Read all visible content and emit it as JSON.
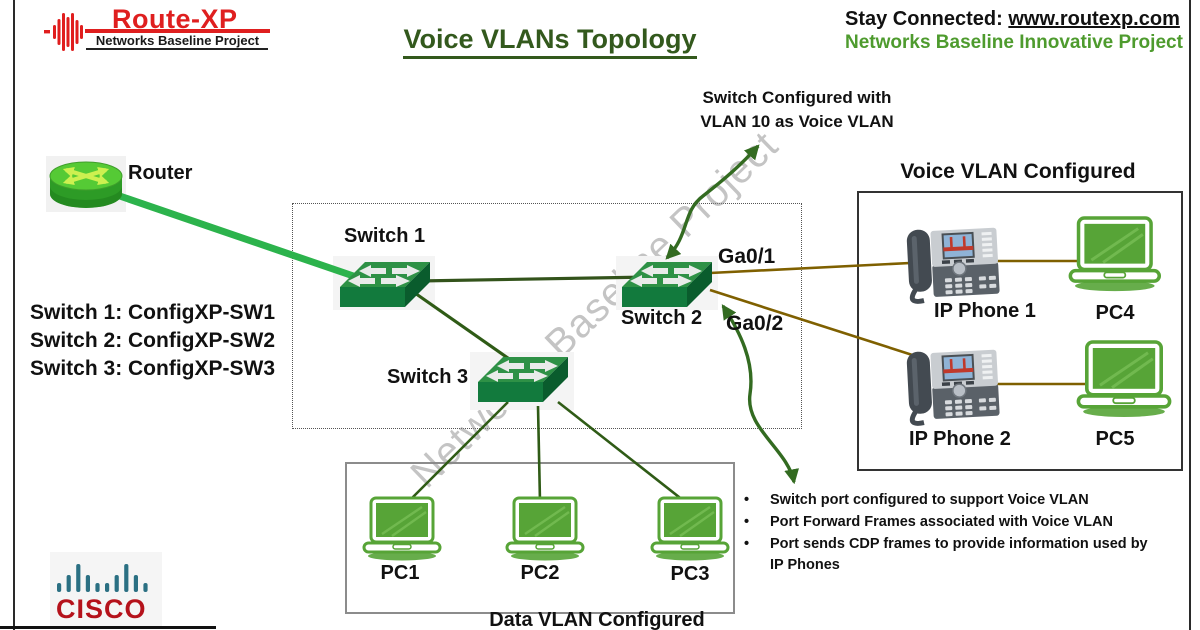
{
  "header": {
    "brand": "Route-XP",
    "brand_subtitle": "Networks Baseline Project",
    "title": "Voice VLANs Topology",
    "stay_connected_label": "Stay Connected: ",
    "stay_connected_url": "www.routexp.com",
    "tagline": "Networks Baseline Innovative Project"
  },
  "watermark": "Networks Baseline Project",
  "legend": {
    "line1": "Switch 1: ConfigXP-SW1",
    "line2": "Switch 2: ConfigXP-SW2",
    "line3": "Switch 3: ConfigXP-SW3"
  },
  "devices": {
    "router": "Router",
    "switch1": "Switch 1",
    "switch2": "Switch 2",
    "switch3": "Switch 3",
    "pc1": "PC1",
    "pc2": "PC2",
    "pc3": "PC3",
    "pc4": "PC4",
    "pc5": "PC5",
    "ip_phone1": "IP Phone 1",
    "ip_phone2": "IP Phone 2"
  },
  "ports": {
    "ga0_1": "Ga0/1",
    "ga0_2": "Ga0/2"
  },
  "notes": {
    "vlan_note_line1": "Switch Configured with",
    "vlan_note_line2": "VLAN 10 as Voice VLAN",
    "voice_box_title": "Voice VLAN Configured",
    "data_box_title": "Data VLAN Configured",
    "bullets": [
      "Switch port configured to support Voice VLAN",
      "Port Forward Frames associated with Voice VLAN",
      "Port sends CDP frames to provide information used by IP Phones"
    ]
  },
  "footer": {
    "cisco": "CISCO"
  },
  "colors": {
    "brand_red": "#DF1F1F",
    "title_green": "#33591D",
    "tagline_green": "#4E9B2E",
    "switch_green_top": "#2E9146",
    "switch_green_front": "#127A3D",
    "link_bright_green": "#2CB34C",
    "link_dark_green": "#2F5B16",
    "link_brown": "#7F6000",
    "arrow_green": "#336B21",
    "laptop_green": "#57A437",
    "cisco_blue": "#2B7083",
    "cisco_red": "#B5121B"
  }
}
